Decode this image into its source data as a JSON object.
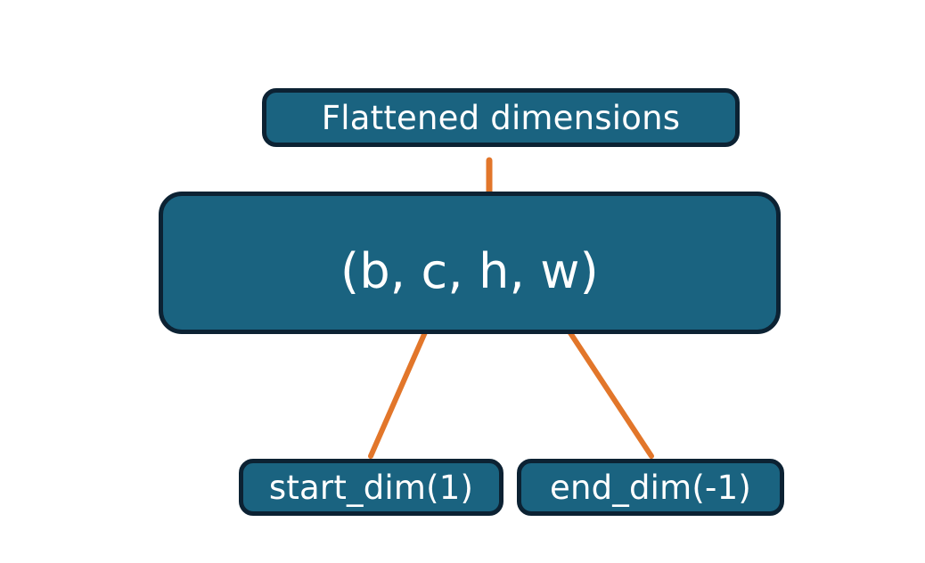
{
  "diagram": {
    "title_node": {
      "label": "Flattened dimensions",
      "name": "flattened-dimensions-node"
    },
    "shape_node": {
      "label": "(b, c, h, w)",
      "name": "tensor-shape-node",
      "dims": [
        "b",
        "c",
        "h",
        "w"
      ],
      "flattened_range": [
        "c",
        "w"
      ]
    },
    "param_nodes": [
      {
        "label": "start_dim(1)",
        "name": "start-dim-node",
        "value": 1
      },
      {
        "label": "end_dim(-1)",
        "name": "end-dim-node",
        "value": -1
      }
    ],
    "connectors": {
      "brace": {
        "name": "flatten-range-brace",
        "from": "flattened-dimensions-node",
        "covers": "c, h, w"
      },
      "arrows": [
        {
          "name": "start-dim-arrow",
          "from": "start_dim(1)",
          "to": "c"
        },
        {
          "name": "end-dim-arrow",
          "from": "end_dim(-1)",
          "to": "w"
        }
      ]
    },
    "colors": {
      "node_fill": "#1A6380",
      "node_border": "#0C2233",
      "node_text": "#FFFFFF",
      "connector": "#E2762A",
      "background": "#FFFFFF"
    }
  }
}
